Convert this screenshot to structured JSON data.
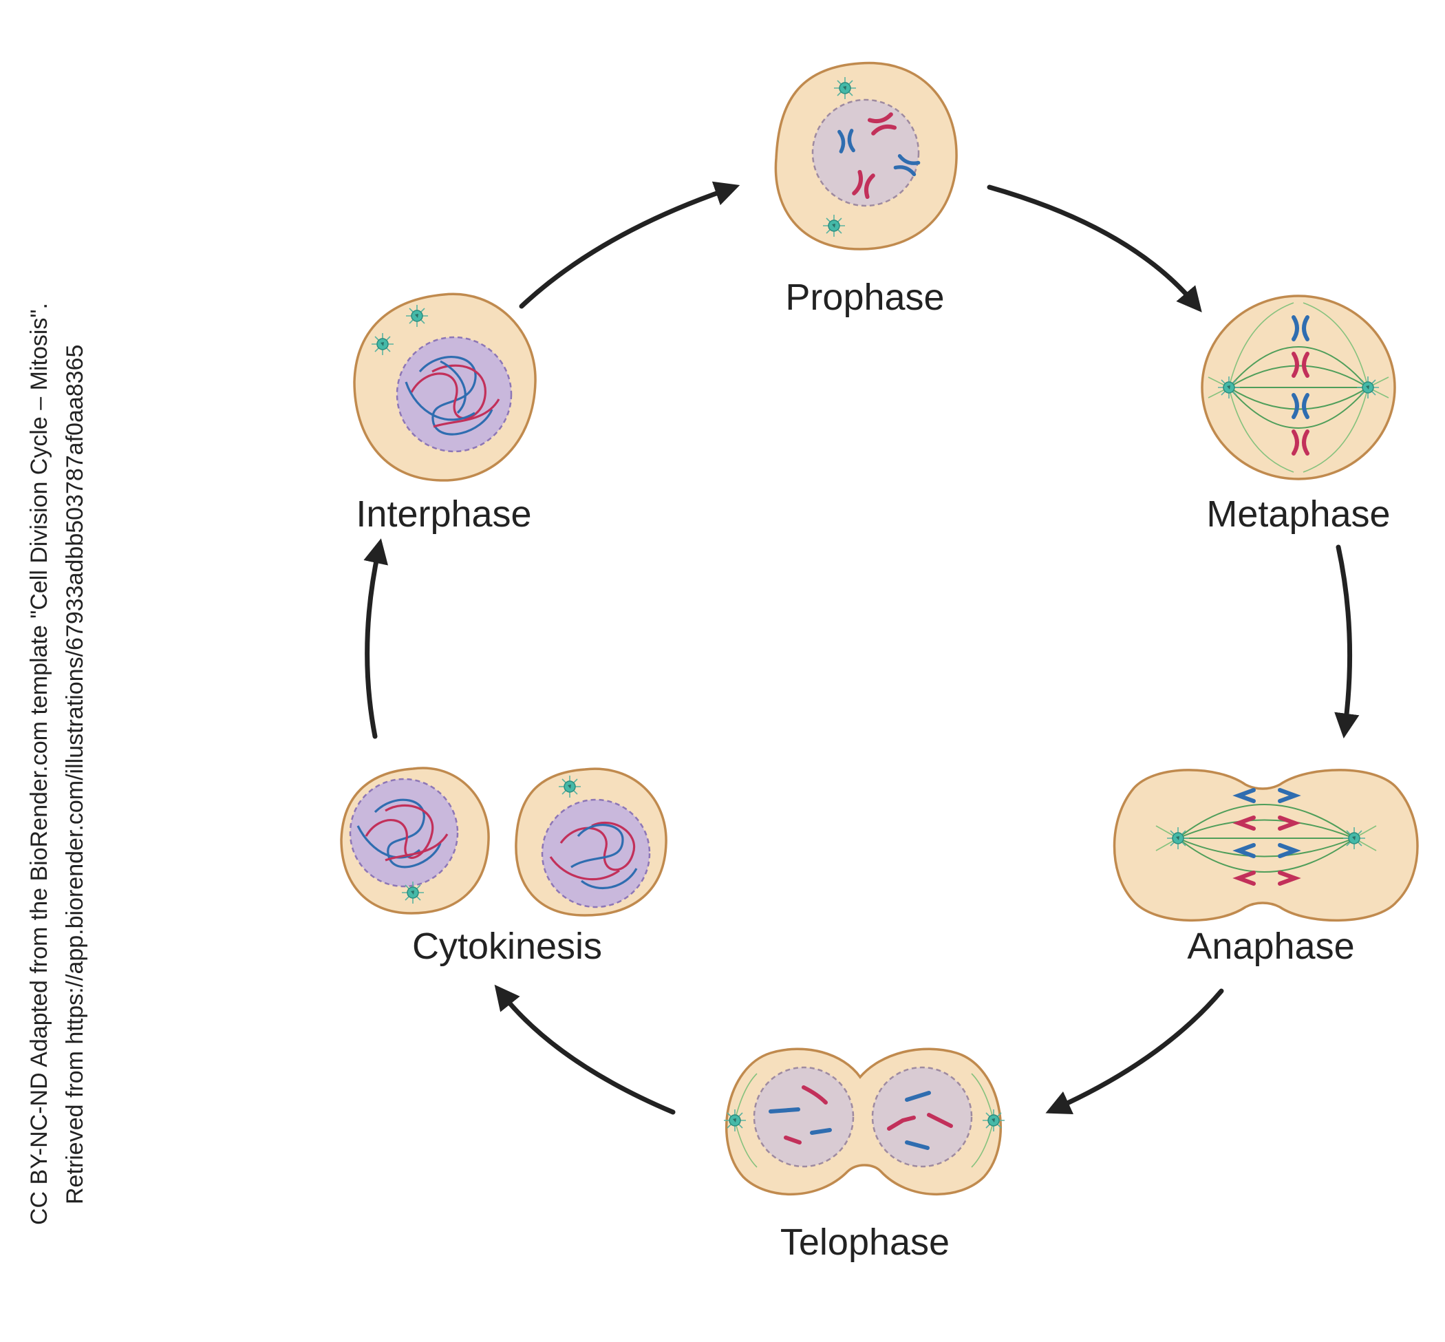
{
  "phases": {
    "prophase": "Prophase",
    "metaphase": "Metaphase",
    "anaphase": "Anaphase",
    "telophase": "Telophase",
    "cytokinesis": "Cytokinesis",
    "interphase": "Interphase"
  },
  "credit": {
    "line1": "CC BY-NC-ND Adapted from the BioRender.com template \"Cell Division Cycle – Mitosis\".",
    "line2": "Retrieved from https://app.biorender.com/illustrations/67933adbb503787af0aa8365"
  },
  "colors": {
    "cytoplasm": "#f6dfbd",
    "membrane": "#c08a4e",
    "nucleus": "#d9cbd3",
    "chromosome_blue": "#2f6db0",
    "chromosome_red": "#c2305a",
    "spindle": "#4f9e5a",
    "centrosome": "#45b9a8",
    "arrow": "#222222"
  }
}
